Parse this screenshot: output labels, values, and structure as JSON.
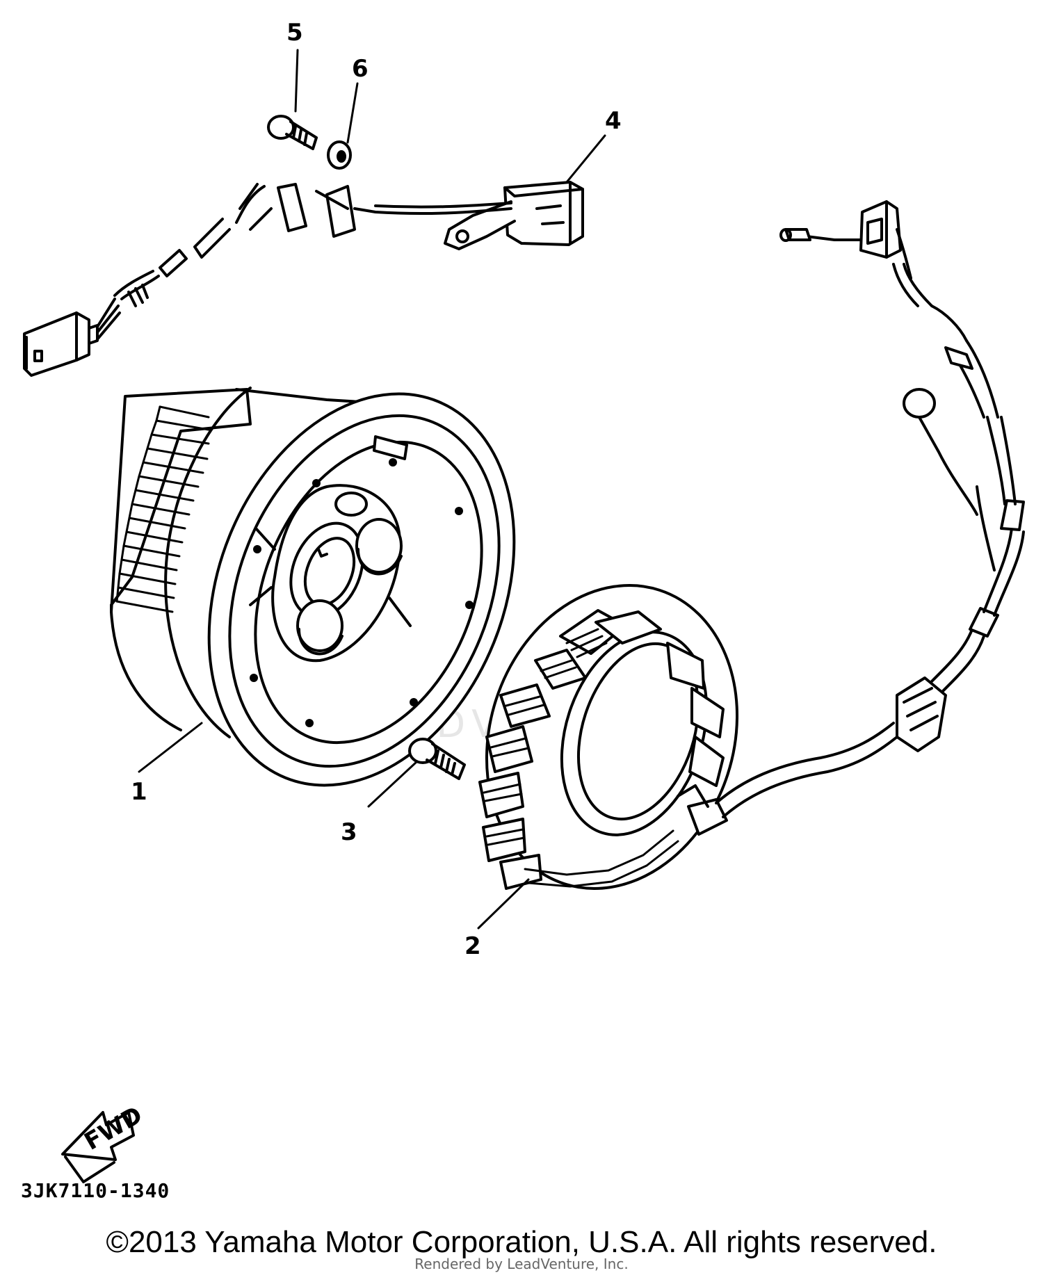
{
  "diagram": {
    "callouts": {
      "part_1": "1",
      "part_2": "2",
      "part_3": "3",
      "part_4": "4",
      "part_5": "5",
      "part_6": "6"
    },
    "fwd_label": "FWD",
    "drawing_code": "3JK7110-1340"
  },
  "footer": {
    "copyright": "©2013 Yamaha Motor Corporation, U.S.A. All rights reserved.",
    "rendered_by": "Rendered by LeadVenture, Inc."
  },
  "watermark": {
    "text": "LEADVENTURE"
  },
  "colors": {
    "ink": "#000000",
    "background": "#ffffff",
    "watermark": "#e6e6e6"
  }
}
